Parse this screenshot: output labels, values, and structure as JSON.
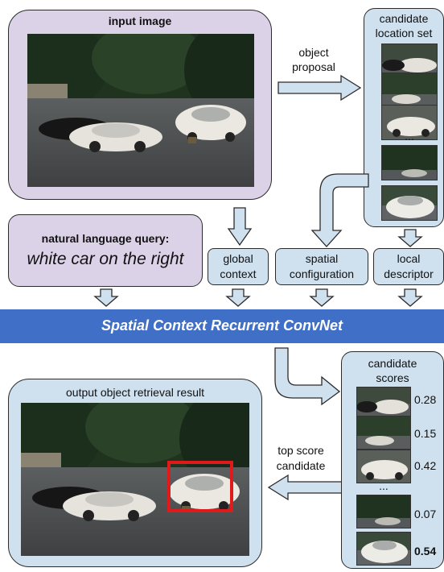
{
  "input_panel": {
    "title": "input image"
  },
  "candidate_set": {
    "title_line1": "candidate",
    "title_line2": "location set",
    "ellipsis": "..."
  },
  "object_proposal": {
    "line1": "object",
    "line2": "proposal"
  },
  "query_panel": {
    "title": "natural language query:",
    "query": "white car on the right"
  },
  "features": {
    "global": {
      "line1": "global",
      "line2": "context"
    },
    "spatial": {
      "line1": "spatial",
      "line2": "configuration"
    },
    "local": {
      "line1": "local",
      "line2": "descriptor"
    }
  },
  "network": {
    "label": "Spatial Context Recurrent ConvNet"
  },
  "output_panel": {
    "title": "output object retrieval result"
  },
  "top_score": {
    "line1": "top score",
    "line2": "candidate"
  },
  "candidate_scores": {
    "title_line1": "candidate",
    "title_line2": "scores",
    "ellipsis": "...",
    "scores": [
      "0.28",
      "0.15",
      "0.42",
      "0.07",
      "0.54"
    ]
  },
  "colors": {
    "purple_panel": "#dcd2e8",
    "blue_panel": "#cfe0ef",
    "network_bar": "#3f6fc6",
    "highlight_box": "#e0191b"
  }
}
